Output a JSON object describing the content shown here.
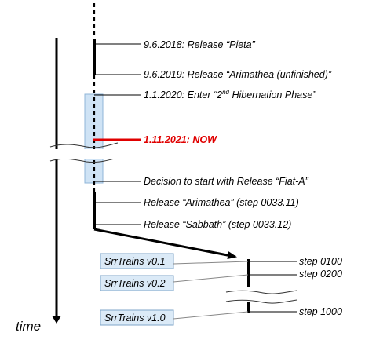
{
  "colors": {
    "now": "#e00000",
    "hibernation_fill": "#cfe3f5",
    "hibernation_stroke": "#8fb6d8",
    "version_box_fill": "#dbeaf7",
    "version_box_stroke": "#7fa6c8"
  },
  "time_label": "time",
  "events": [
    {
      "date": "9.6.2018",
      "text": "Release “Pieta”"
    },
    {
      "date": "9.6.2019",
      "text": "Release “Arimathea (unfinished)”"
    },
    {
      "date": "1.1.2020",
      "pre": "Enter “2",
      "sup": "nd",
      "post": " Hibernation Phase”"
    },
    {
      "date": "1.11.2021",
      "text": "NOW"
    },
    {
      "text": "Decision to start with Release “Fiat-A”"
    },
    {
      "text": "Release “Arimathea” (step 0033.11)"
    },
    {
      "text": "Release “Sabbath” (step 0033.12)"
    }
  ],
  "labels": {
    "pieta": "9.6.2018: Release “Pieta”",
    "arimathea_unfinished": "9.6.2019: Release “Arimathea (unfinished)”",
    "hibernation_pre": "1.1.2020: Enter “2",
    "hibernation_sup": "nd",
    "hibernation_post": " Hibernation Phase”",
    "now": "1.11.2021: NOW",
    "fiat_a": "Decision to start with Release “Fiat-A”",
    "arimathea": "Release “Arimathea” (step 0033.11)",
    "sabbath": "Release “Sabbath” (step 0033.12)"
  },
  "versions": [
    {
      "name": "SrrTrains v0.1",
      "step": "step 0100"
    },
    {
      "name": "SrrTrains v0.2",
      "step": "step 0200"
    },
    {
      "name": "SrrTrains v1.0",
      "step": "step 1000"
    }
  ]
}
